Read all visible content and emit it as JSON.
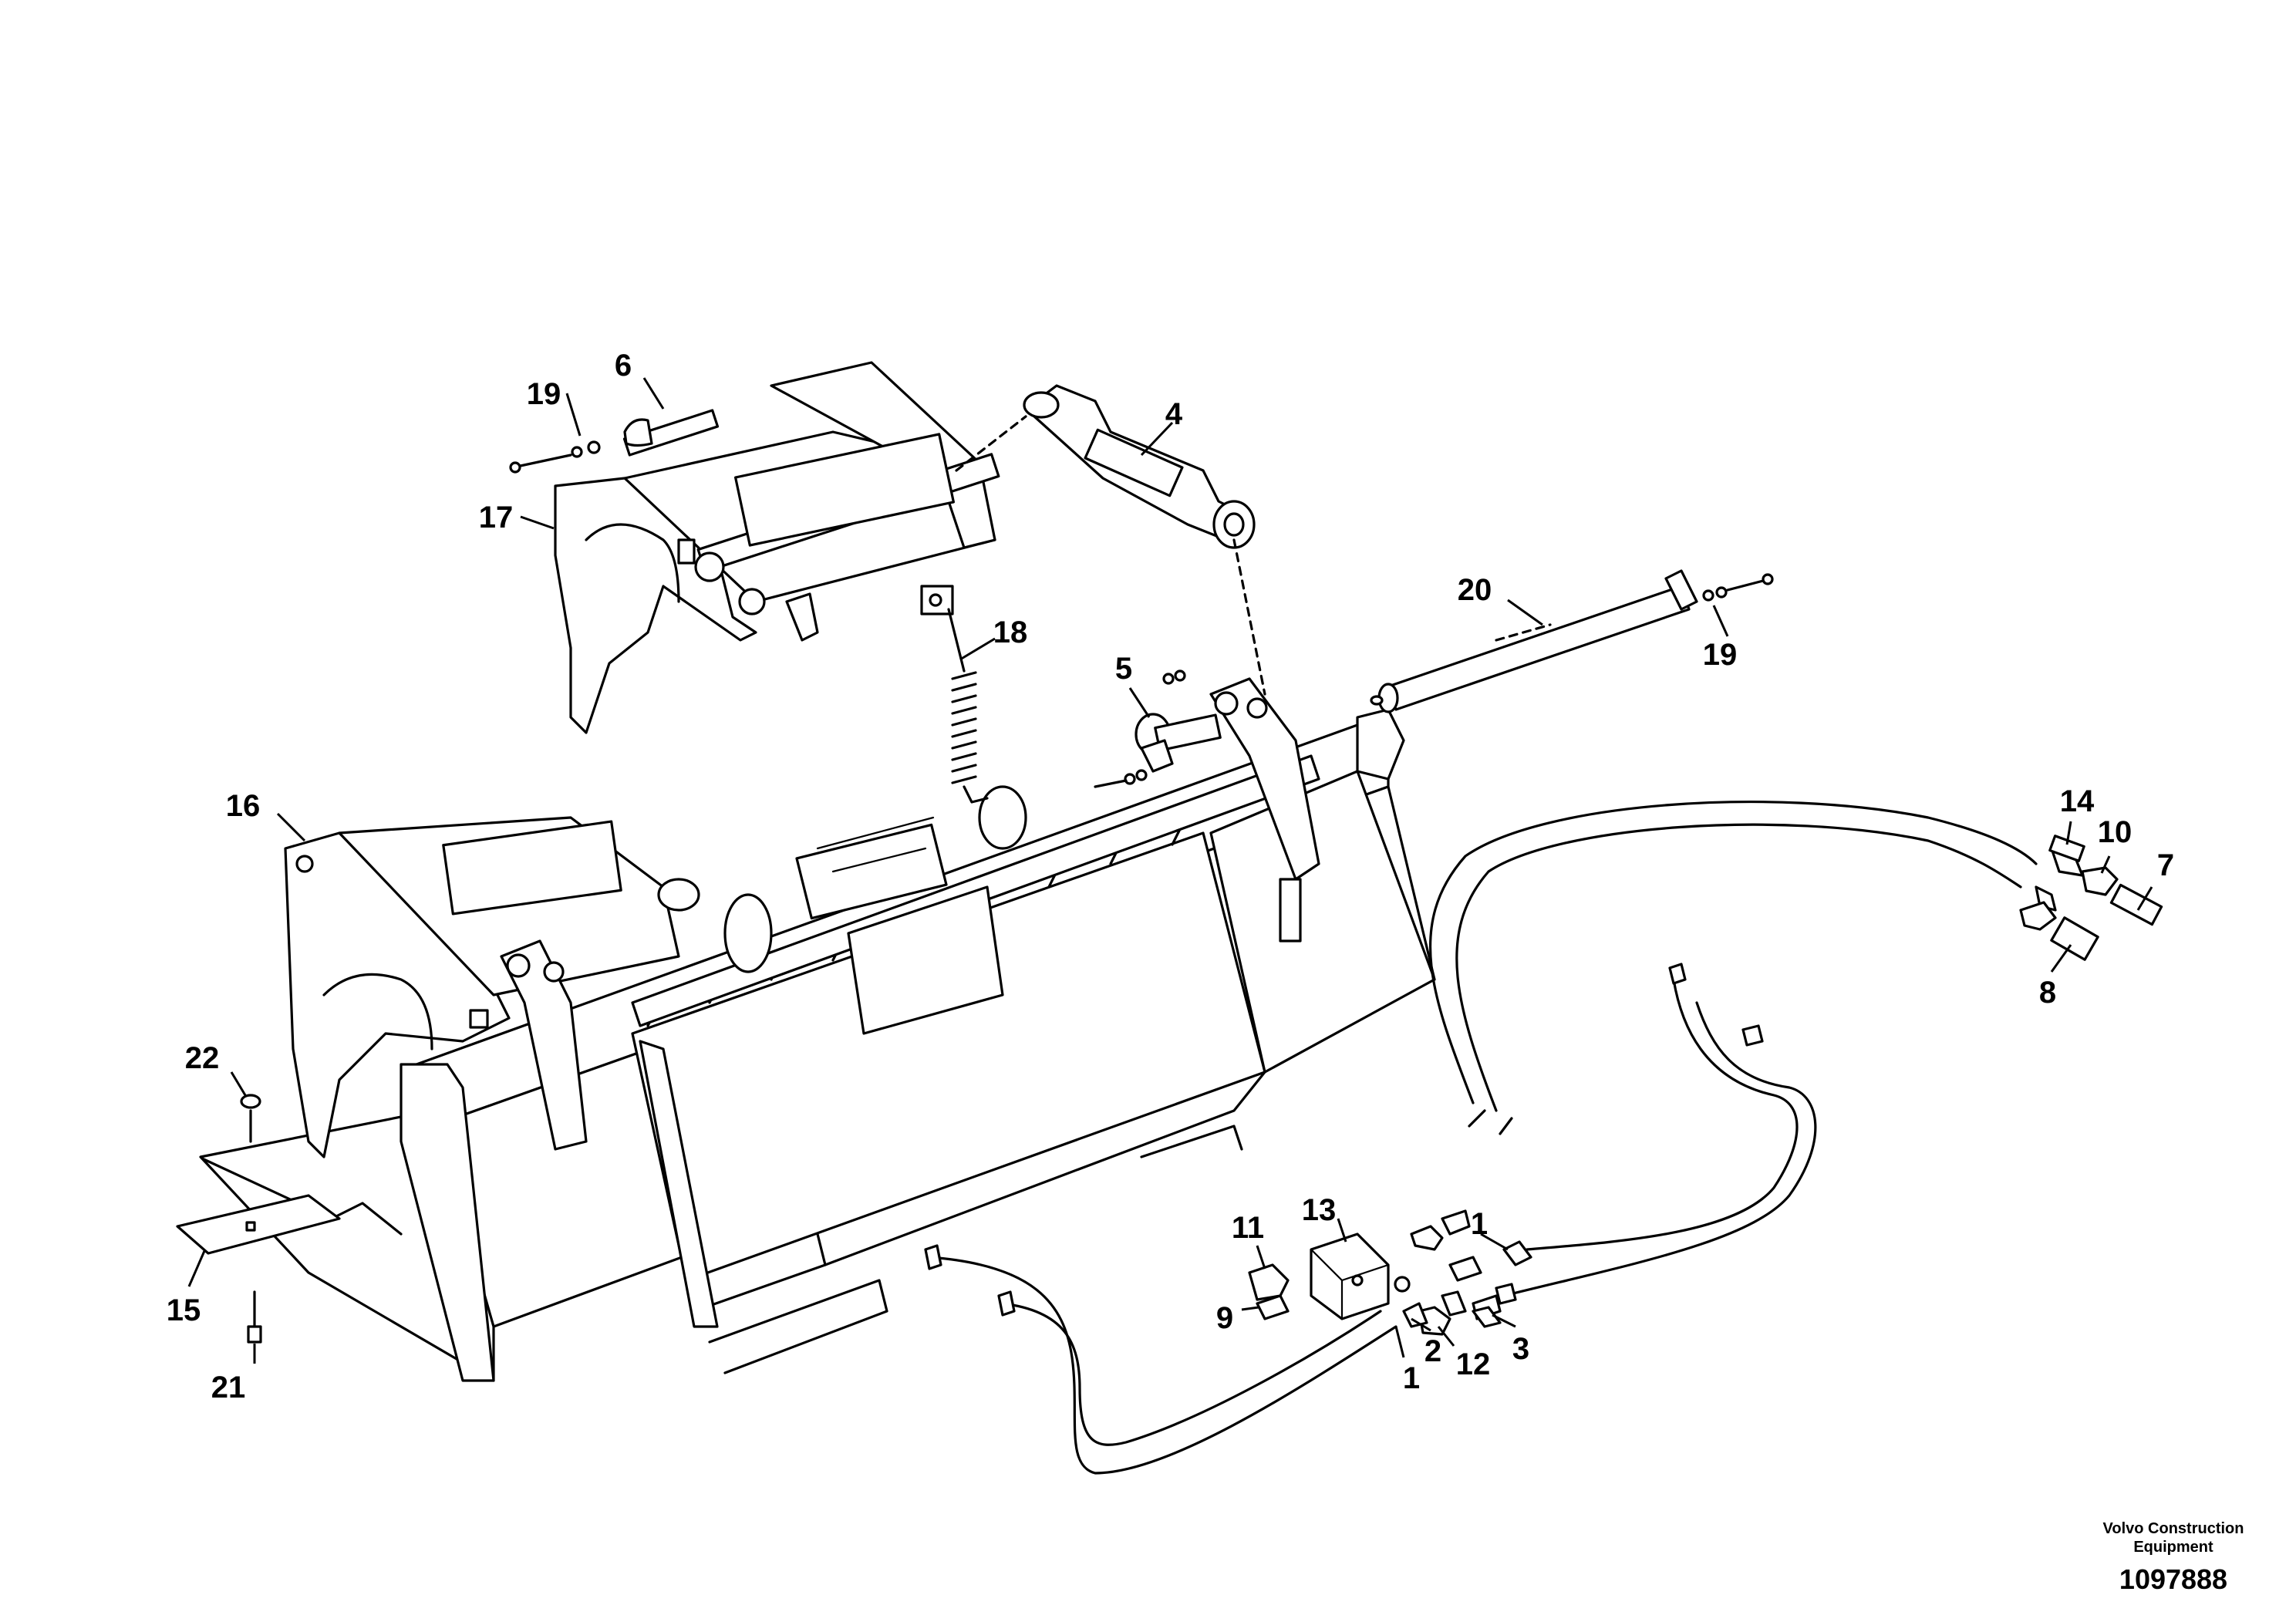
{
  "callouts": [
    {
      "id": "c1a",
      "label": "1"
    },
    {
      "id": "c1b",
      "label": "1"
    },
    {
      "id": "c2",
      "label": "2"
    },
    {
      "id": "c3",
      "label": "3"
    },
    {
      "id": "c4",
      "label": "4"
    },
    {
      "id": "c5",
      "label": "5"
    },
    {
      "id": "c6",
      "label": "6"
    },
    {
      "id": "c7",
      "label": "7"
    },
    {
      "id": "c8",
      "label": "8"
    },
    {
      "id": "c9",
      "label": "9"
    },
    {
      "id": "c10",
      "label": "10"
    },
    {
      "id": "c11",
      "label": "11"
    },
    {
      "id": "c12",
      "label": "12"
    },
    {
      "id": "c13",
      "label": "13"
    },
    {
      "id": "c14",
      "label": "14"
    },
    {
      "id": "c15",
      "label": "15"
    },
    {
      "id": "c16",
      "label": "16"
    },
    {
      "id": "c17",
      "label": "17"
    },
    {
      "id": "c18",
      "label": "18"
    },
    {
      "id": "c19a",
      "label": "19"
    },
    {
      "id": "c19b",
      "label": "19"
    },
    {
      "id": "c20",
      "label": "20"
    },
    {
      "id": "c21",
      "label": "21"
    },
    {
      "id": "c22",
      "label": "22"
    }
  ],
  "footer": {
    "company_line1": "Volvo Construction",
    "company_line2": "Equipment",
    "drawing_number": "1097888"
  }
}
